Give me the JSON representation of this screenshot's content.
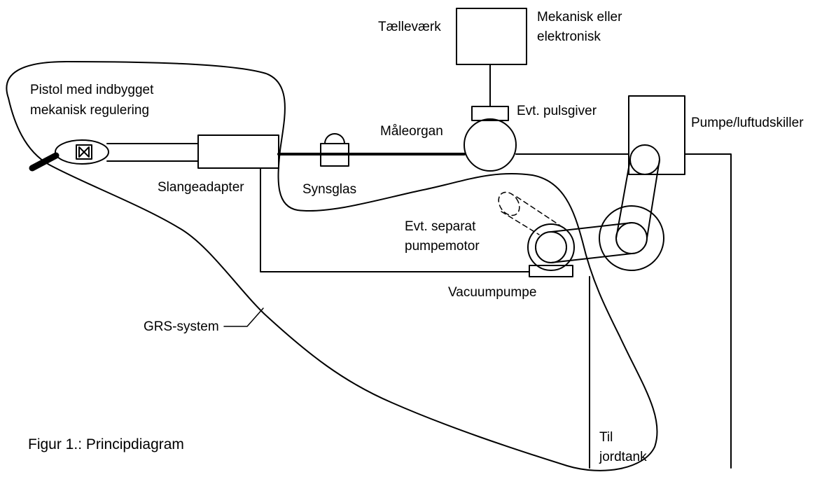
{
  "figure": {
    "caption": "Figur 1.:  Principdiagram"
  },
  "labels": {
    "counter": "Tælleværk",
    "counter_type_line1": "Mekanisk eller",
    "counter_type_line2": "elektronisk",
    "pistol_line1": "Pistol med indbygget",
    "pistol_line2": "mekanisk regulering",
    "pulse_generator": "Evt. pulsgiver",
    "pump_air_separator": "Pumpe/luftudskiller",
    "meter": "Måleorgan",
    "hose_adapter": "Slangeadapter",
    "sight_glass": "Synsglas",
    "separate_motor_line1": "Evt. separat",
    "separate_motor_line2": "pumpemotor",
    "vacuum_pump": "Vacuumpumpe",
    "grs_system": "GRS-system",
    "to_tank_line1": "Til",
    "to_tank_line2": "jordtank"
  },
  "colors": {
    "line": "#000000",
    "background": "#ffffff"
  }
}
